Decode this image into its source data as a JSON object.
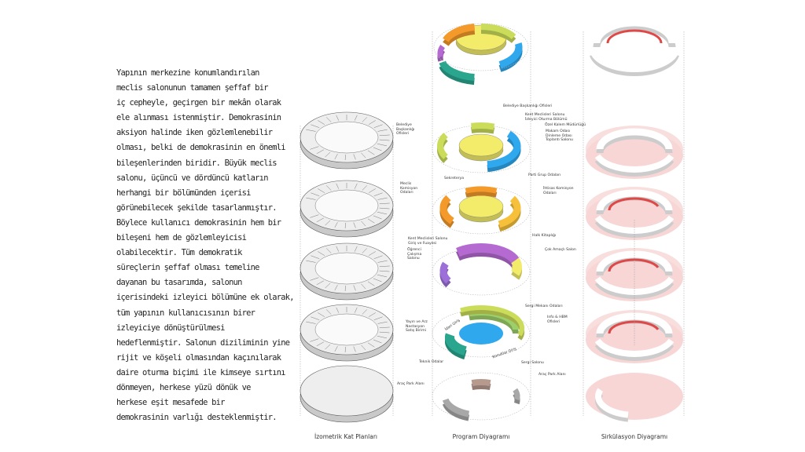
{
  "paragraph": [
    "Yapının merkezine konumlandırılan",
    "meclis salonunun tamamen şeffaf bir",
    "iç cepheyle, geçirgen bir mekân olarak",
    "ele alınması istenmiştir. Demokrasinin",
    "aksiyon halinde iken gözlemlenebilir",
    "olması, belki de demokrasinin en önemli",
    "bileşenlerinden biridir. Büyük meclis",
    "salonu, üçüncü ve dördüncü katların",
    "herhangi bir bölümünden içerisi",
    "görünebilecek şekilde tasarlanmıştır.",
    "Böylece kullanıcı demokrasinin hem bir",
    "bileşeni hem de gözlemleyicisi",
    "olabilecektir. Tüm demokratik",
    "süreçlerin şeffaf olması temeline",
    "dayanan bu tasarımda, salonun",
    "içerisindeki izleyici bölümüne ek olarak,",
    "tüm yapının kullanıcısının birer",
    "izleyiciye dönüştürülmesi",
    "hedeflenmiştir. Salonun diziliminin yine",
    "rijit ve köşeli olmasından kaçınılarak",
    "daire oturma biçimi ile kimseye sırtını",
    "dönmeyen, herkese yüzü dönük ve",
    "herkese eşit mesafede bir",
    "demokrasinin varlığı desteklenmiştir."
  ],
  "captions": {
    "plans": "İzometrik Kat Planları",
    "program": "Program Diyagramı",
    "circulation": "Sirkülasyon Diyagramı"
  },
  "labels": {
    "l1_baskanlik_top": "Belediye Başkanlığı Ofisleri",
    "l1_kent_meclis": "Kent Meclisleri Salonu",
    "l1_kent_meclis_2": "İzleyici Oturma Bölümü",
    "l1_ozel_kalem": "Özel Kalem Müdürlüğü",
    "l1_makam_1": "Makam Odası",
    "l1_makam_2": "Dinleme Odası",
    "l1_makam_3": "Toplantı Salonu",
    "l1_baskanlik_left_1": "Belediye",
    "l1_baskanlik_left_2": "Başkanlığı",
    "l1_baskanlik_left_3": "Ofisleri",
    "l1_sekreterya": "Sekreterya",
    "l2_parti": "Parti Grup Odaları",
    "l2_ihtisas_1": "İhtisas Komisyon",
    "l2_ihtisas_2": "Odaları",
    "l2_meclis_1": "Meclis",
    "l2_meclis_2": "Komisyon",
    "l2_meclis_3": "Odaları",
    "l2_fuaye_1": "Kent Meclisleri Salonu",
    "l2_fuaye_2": "Giriş ve Fuayesi",
    "l3_halk": "Halk Kitaplığı",
    "l3_cok_amacli": "Çok Amaçlı Salon",
    "l3_ogrenci_1": "Öğrenci",
    "l3_ogrenci_2": "Çalışma",
    "l3_ogrenci_3": "Salonu",
    "l4_sergi_mekani": "Sergi Mekanı Odaları",
    "l4_info_1": "Info & HBM",
    "l4_info_2": "Ofisleri",
    "l4_yayin_1": "Yayın ve Arz",
    "l4_yayin_2": "Nastasyon",
    "l4_yayin_3": "Satış Birimi",
    "l4_sergi_salonu": "Sergi Salonu",
    "l4_idari_giris": "İdari Giriş",
    "l4_konuklar_giris": "Konuklar Giriş",
    "l5_teknik": "Teknik Odalar",
    "l5_park_right": "Araç Park Alanı",
    "l5_park_left": "Araç Park Alanı"
  },
  "colors": {
    "yellow": "#f3ec6a",
    "lime": "#cbdc5a",
    "blue": "#2fa8ee",
    "orange": "#f39a2a",
    "amber": "#f6c03a",
    "purple": "#b46ad0",
    "violet": "#9c70d8",
    "teal": "#2aa58e",
    "green": "#9ccf6a",
    "brown": "#b79a8e",
    "grey": "#a8a8a8",
    "pink": "#f8d6d6",
    "red": "#e04848"
  }
}
